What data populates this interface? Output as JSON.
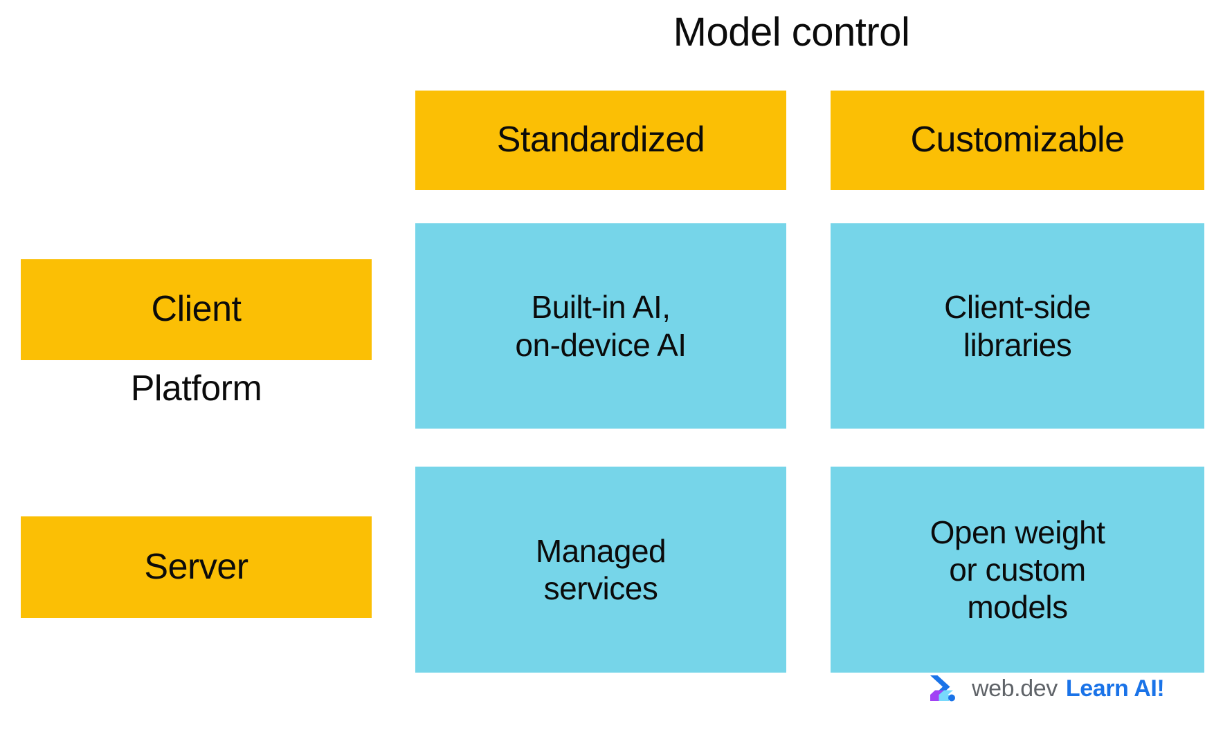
{
  "title": "Model control",
  "axes": {
    "column_axis_label": "Model control",
    "row_axis_label": "Platform"
  },
  "columns": [
    {
      "label": "Standardized"
    },
    {
      "label": "Customizable"
    }
  ],
  "rows": [
    {
      "label": "Client"
    },
    {
      "label": "Server"
    }
  ],
  "cells": [
    {
      "row": "Client",
      "column": "Standardized",
      "text": "Built-in AI,\non-device AI"
    },
    {
      "row": "Client",
      "column": "Customizable",
      "text": "Client-side\nlibraries"
    },
    {
      "row": "Server",
      "column": "Standardized",
      "text": "Managed\nservices"
    },
    {
      "row": "Server",
      "column": "Customizable",
      "text": "Open weight\nor custom\nmodels"
    }
  ],
  "matrix": {
    "c0r0": "Built-in AI,\non-device AI",
    "c1r0": "Client-side\nlibraries",
    "c0r1": "Managed\nservices",
    "c1r1": "Open weight\nor custom\nmodels"
  },
  "footer": {
    "brand": "web.dev",
    "tagline": "Learn AI!",
    "logo_icon": "web-dev-chevron-icon"
  },
  "colors": {
    "yellow": "#FBBF05",
    "cyan": "#76D5E9",
    "text": "#0B0B0B",
    "brand_gray": "#5F6368",
    "brand_blue": "#1A73E8",
    "logo_purple": "#A142F4",
    "logo_light_blue": "#78D9FC",
    "logo_blue": "#1A73E8",
    "background": "#FFFFFF"
  }
}
